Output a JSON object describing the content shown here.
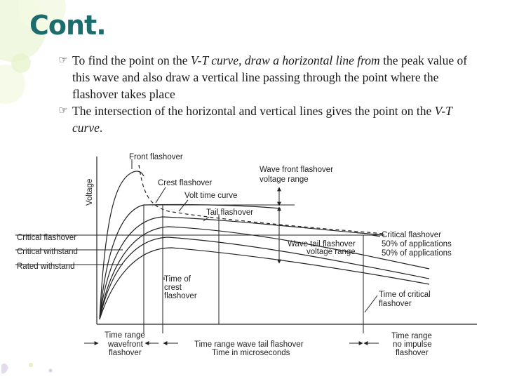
{
  "slide": {
    "title": "Cont.",
    "bullets": [
      {
        "parts": [
          {
            "text": "To find the point on the ",
            "italic": false
          },
          {
            "text": "V-T curve, draw a horizontal line from",
            "italic": true
          },
          {
            "text": " the peak value of this wave and also draw a vertical line passing through the point where the flashover takes place",
            "italic": false
          }
        ]
      },
      {
        "parts": [
          {
            "text": "The intersection of the horizontal and vertical lines gives the point on the ",
            "italic": false
          },
          {
            "text": "V-T curve",
            "italic": true
          },
          {
            "text": ".",
            "italic": false
          }
        ]
      }
    ],
    "bullet_icon": "pointing-hand-bullet-icon"
  },
  "diagram": {
    "labels": {
      "voltage": "Voltage",
      "front_flashover": "Front flashover",
      "crest_flashover": "Crest flashover",
      "volt_time_curve": "Volt time curve",
      "tail_flashover": "Tail flashover",
      "wave_front_range": [
        "Wave front flashover",
        "voltage range"
      ],
      "wave_tail_range": [
        "Wave tail flashover",
        "voltage range"
      ],
      "critical_flashover_left": "Critical flashover",
      "critical_withstand": "Critical withstand",
      "rated_withstand": "Rated withstand",
      "critical_flashover_right": [
        "Critical flashover",
        "50% of applications",
        "50% of applications"
      ],
      "time_crest": [
        "Time of",
        "crest",
        "flashover"
      ],
      "time_critical": [
        "Time of critical",
        "flashover"
      ],
      "time_range_wavefront": [
        "Time range",
        "wavefront",
        "flashover"
      ],
      "time_range_tail": [
        "Time range wave tail flashover",
        "Time in microseconds"
      ],
      "time_range_no_impulse": [
        "Time range",
        "no impulse",
        "flashover"
      ]
    }
  }
}
